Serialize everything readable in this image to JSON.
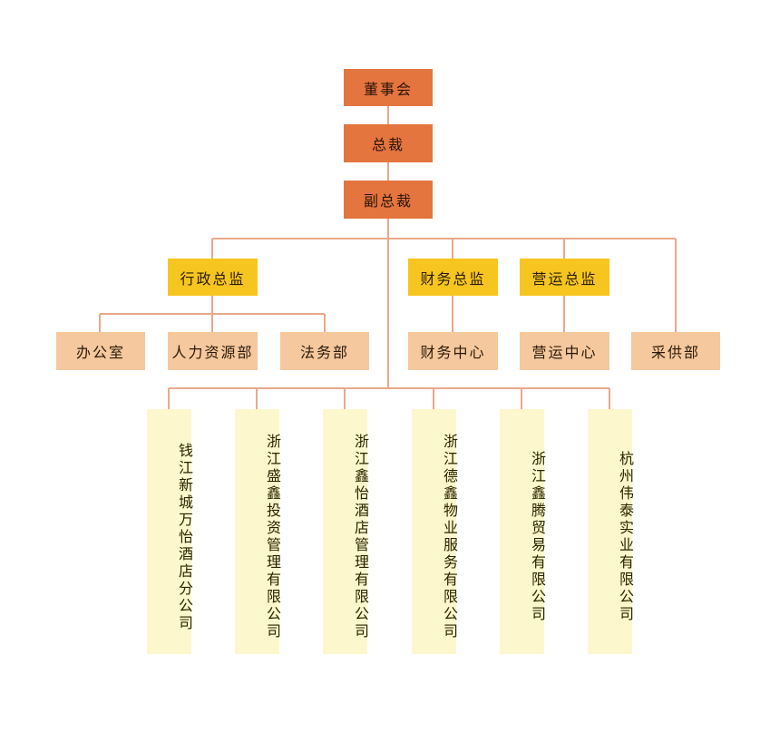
{
  "org": {
    "board": "董事会",
    "president": "总裁",
    "vp": "副总裁",
    "admin_director": "行政总监",
    "finance_director": "财务总监",
    "operations_director": "营运总监",
    "office": "办公室",
    "hr": "人力资源部",
    "legal": "法务部",
    "finance_center": "财务中心",
    "operations_center": "营运中心",
    "procurement": "采供部",
    "subsidiaries": [
      "钱江新城万怡酒店分公司",
      "浙江盛鑫投资管理有限公司",
      "浙江鑫怡酒店管理有限公司",
      "浙江德鑫物业服务有限公司",
      "浙江鑫腾贸易有限公司",
      "杭州伟泰实业有限公司"
    ]
  },
  "colors": {
    "executive": "#e4753f",
    "director": "#f7c51f",
    "department": "#f5c89d",
    "subsidiary": "#fcf7cc",
    "connector": "#e8a98a"
  }
}
